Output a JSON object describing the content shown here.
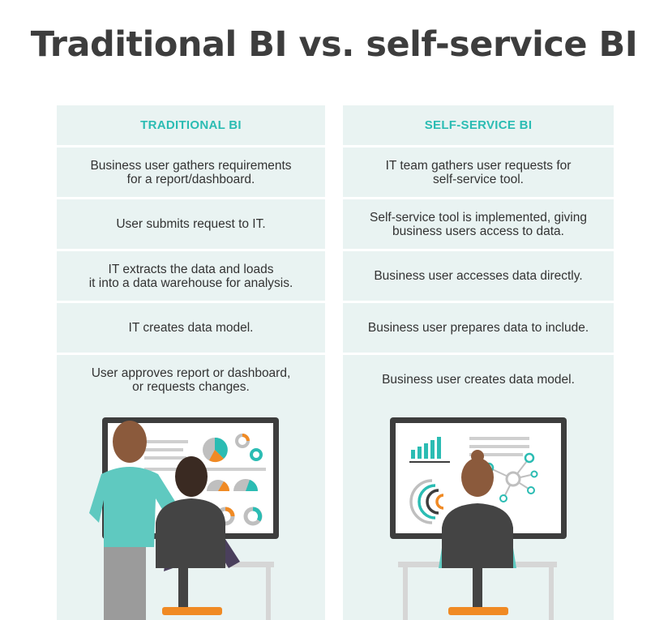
{
  "title": "Traditional BI vs. self-service BI",
  "columns": [
    {
      "header": "TRADITIONAL BI",
      "steps": [
        "Business user gathers requirements\nfor a report/dashboard.",
        "User submits request to IT.",
        "IT extracts the data and loads\nit into a data warehouse for analysis.",
        "IT creates data model.",
        "User approves report or dashboard,\nor requests changes."
      ]
    },
    {
      "header": "SELF-SERVICE BI",
      "steps": [
        "IT team gathers user requests for\nself-service tool.",
        "Self-service tool is implemented, giving\nbusiness users access to data.",
        "Business user accesses data directly.",
        "Business user prepares data to include.",
        "Business user creates data model."
      ]
    }
  ],
  "colors": {
    "teal": "#2bbcb3",
    "orange": "#f08a24",
    "dark": "#3d3d3d",
    "panel": "#e9f3f2"
  }
}
